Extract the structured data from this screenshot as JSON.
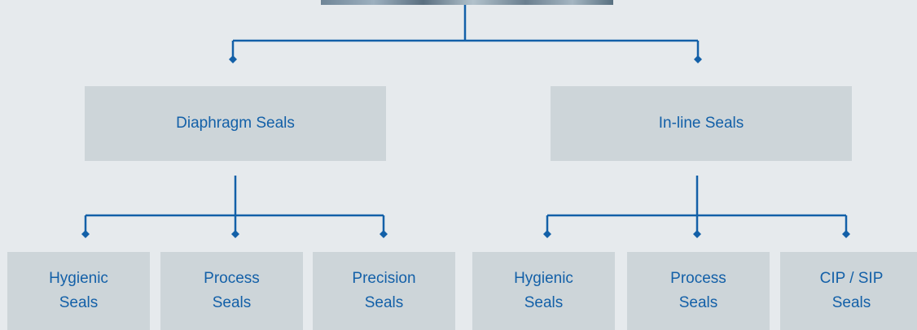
{
  "colors": {
    "background": "#e6eaed",
    "box_fill": "#cdd5d9",
    "text": "#1360a8",
    "connector": "#1360a8"
  },
  "level1": [
    {
      "label": "Diaphragm Seals"
    },
    {
      "label": "In-line Seals"
    }
  ],
  "level2": [
    {
      "line1": "Hygienic",
      "line2": "Seals"
    },
    {
      "line1": "Process",
      "line2": "Seals"
    },
    {
      "line1": "Precision",
      "line2": "Seals"
    },
    {
      "line1": "Hygienic",
      "line2": "Seals"
    },
    {
      "line1": "Process",
      "line2": "Seals"
    },
    {
      "line1": "CIP / SIP",
      "line2": "Seals"
    }
  ]
}
